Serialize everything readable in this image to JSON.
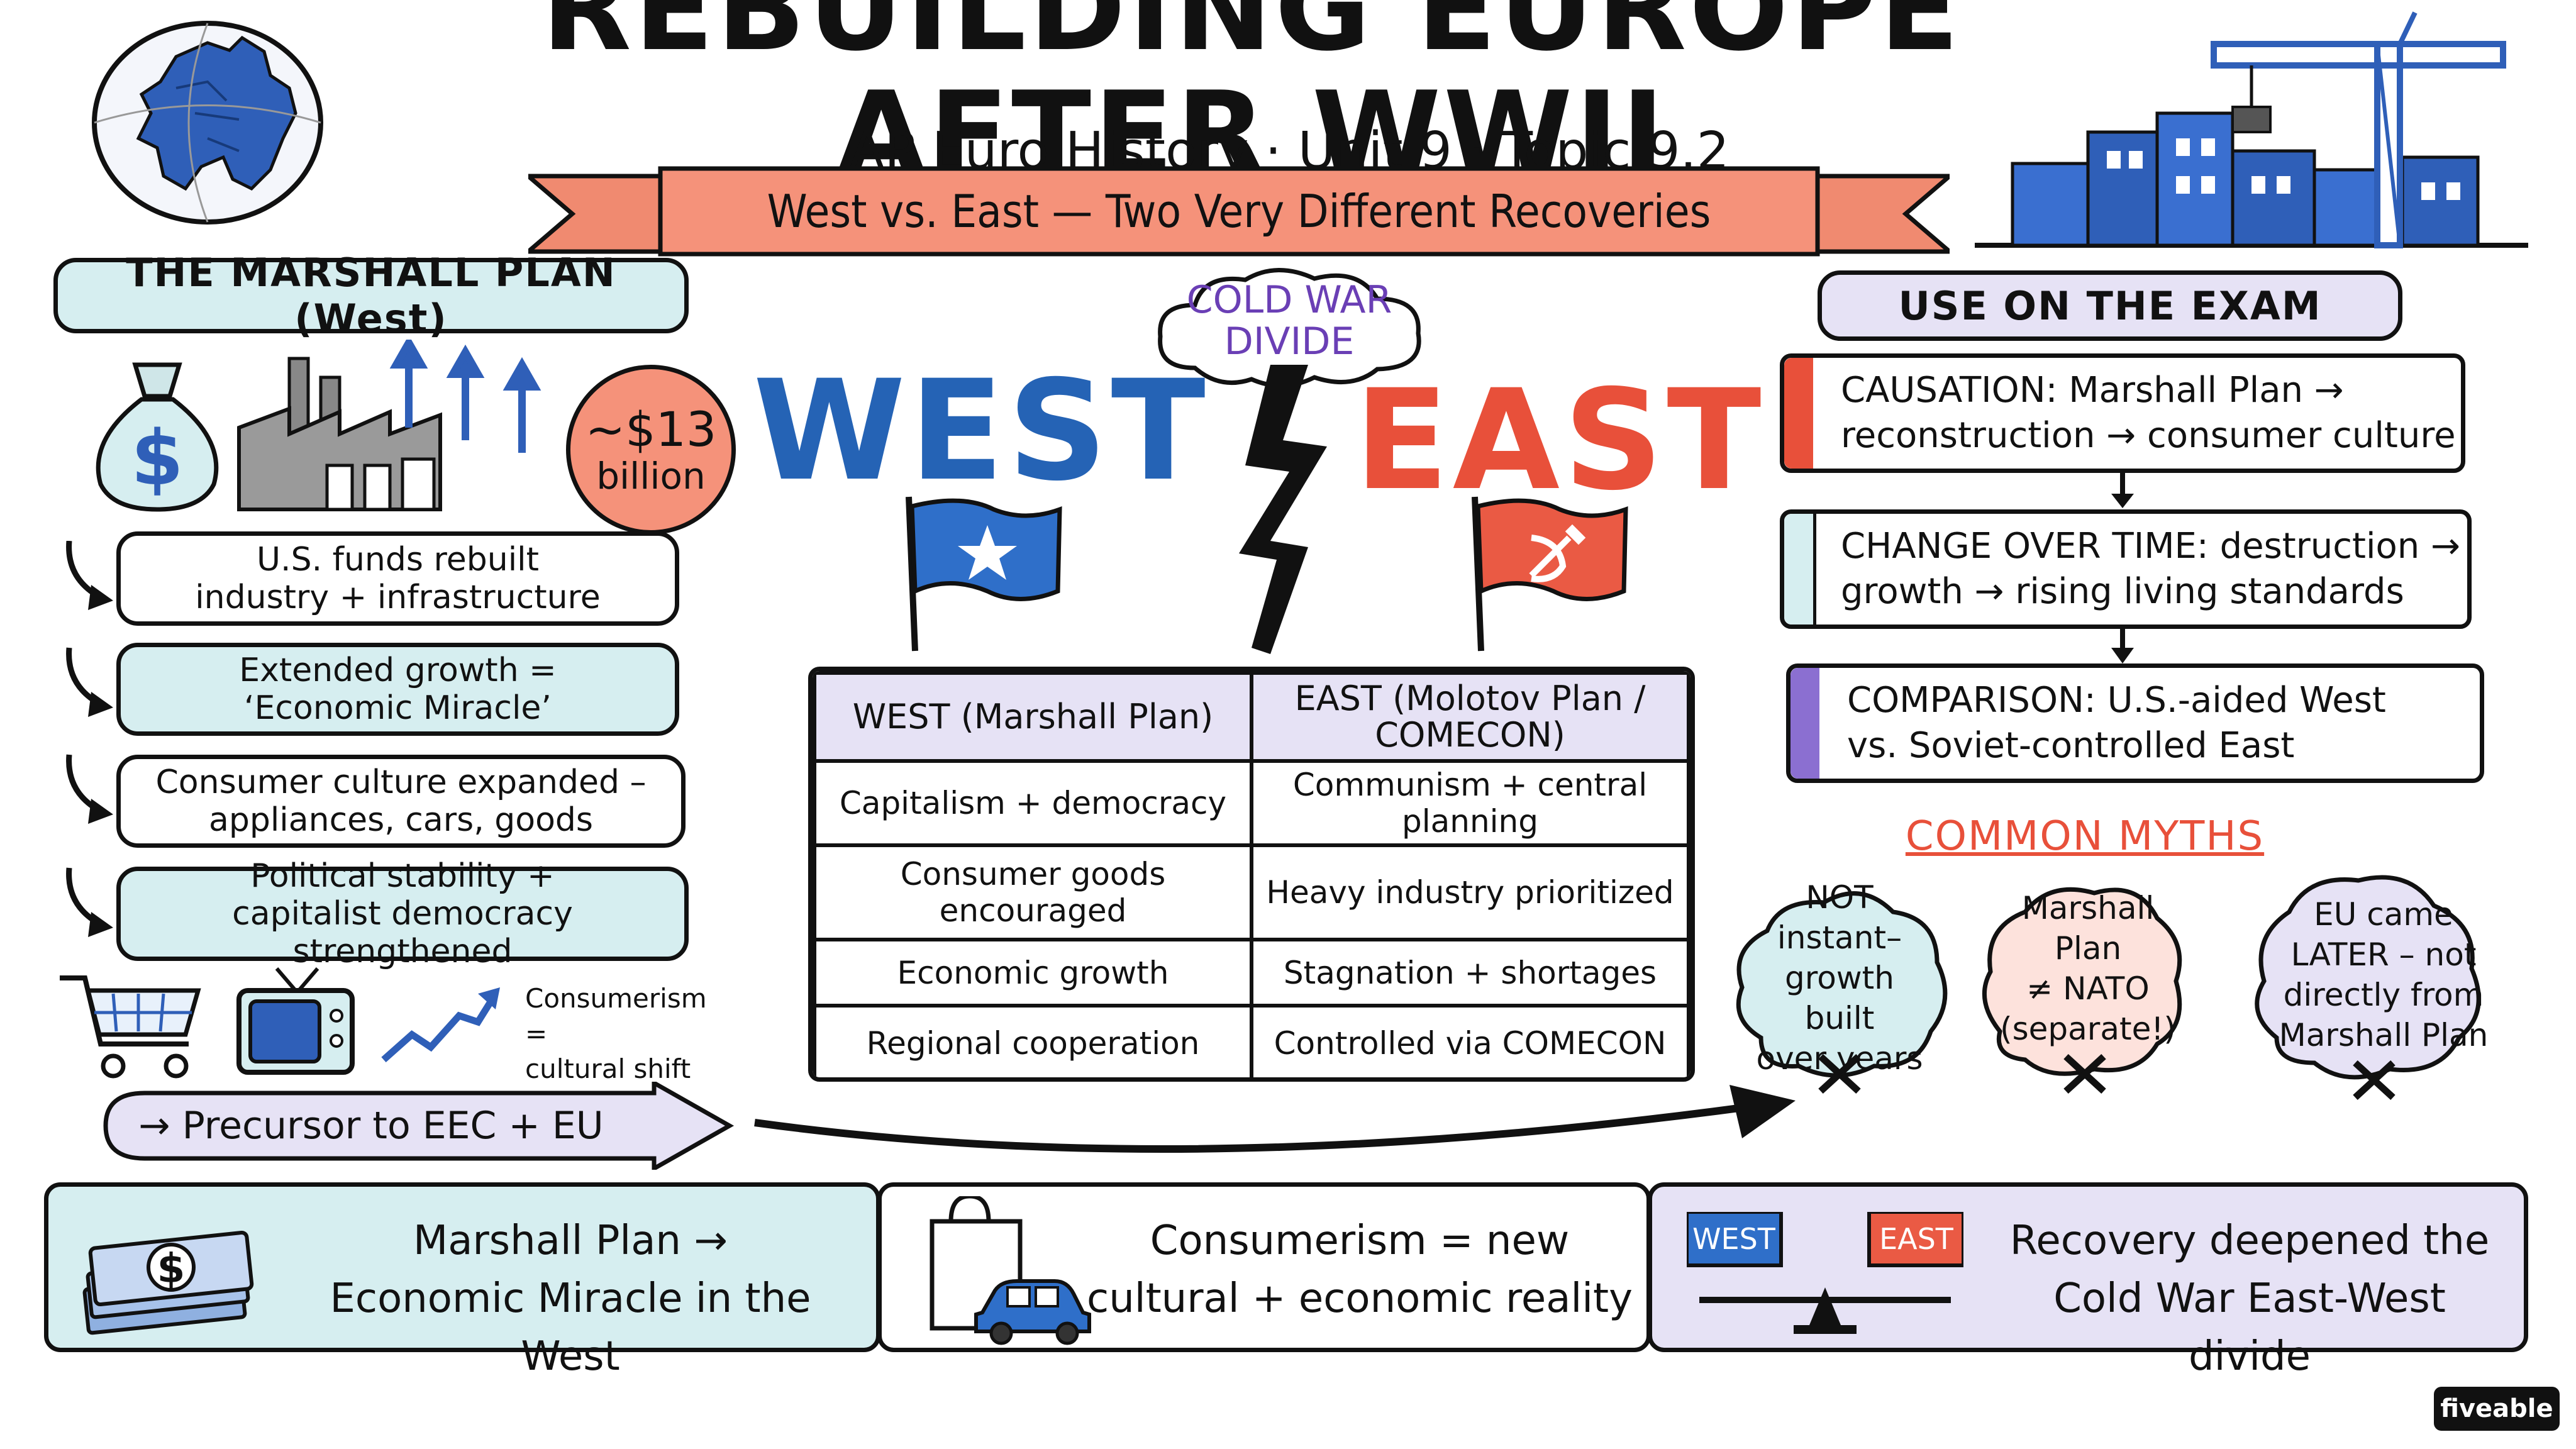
{
  "header": {
    "title": "REBUILDING EUROPE AFTER WWII",
    "subtitle": "AP Euro History · Unit 9 · Topic 9.2",
    "banner": "West vs. East — Two Very Different Recoveries"
  },
  "marshall": {
    "heading": "THE MARSHALL PLAN (West)",
    "amount_line1": "~$13",
    "amount_line2": "billion",
    "steps": [
      {
        "line1": "U.S. funds rebuilt",
        "line2": "industry + infrastructure"
      },
      {
        "line1": "Extended growth =",
        "line2": "‘Economic Miracle’"
      },
      {
        "line1": "Consumer culture expanded –",
        "line2": "appliances, cars, goods"
      },
      {
        "line1": "Political stability +",
        "line2": "capitalist democracy strengthened"
      }
    ],
    "consumerism_line1": "Consumerism =",
    "consumerism_line2": "cultural shift",
    "precursor": "→ Precursor to EEC + EU"
  },
  "divide": {
    "cloud_line1": "COLD WAR",
    "cloud_line2": "DIVIDE",
    "west_label": "WEST",
    "east_label": "EAST",
    "west_color": "#2563b5",
    "east_color": "#e8503a"
  },
  "comparison": {
    "headers": [
      "WEST (Marshall Plan)",
      "EAST (Molotov Plan / COMECON)"
    ],
    "rows": [
      [
        "Capitalism + democracy",
        "Communism + central planning"
      ],
      [
        "Consumer goods encouraged",
        "Heavy industry prioritized"
      ],
      [
        "Economic growth",
        "Stagnation + shortages"
      ],
      [
        "Regional cooperation",
        "Controlled via COMECON"
      ]
    ]
  },
  "exam": {
    "heading": "USE ON THE EXAM",
    "items": [
      {
        "line1": "CAUSATION: Marshall Plan →",
        "line2": "reconstruction → consumer culture",
        "color": "#e8503a"
      },
      {
        "line1": "CHANGE OVER TIME: destruction →",
        "line2": "growth → rising living standards",
        "color": "#d6eef0"
      },
      {
        "line1": "COMPARISON: U.S.-aided West",
        "line2": "vs. Soviet-controlled East",
        "color": "#8b6fd1"
      }
    ]
  },
  "myths": {
    "heading": "COMMON MYTHS",
    "items": [
      {
        "lines": [
          "NOT instant–",
          "growth built",
          "over years"
        ]
      },
      {
        "lines": [
          "Marshall Plan",
          "≠ NATO",
          "(separate!)"
        ]
      },
      {
        "lines": [
          "EU came",
          "LATER – not",
          "directly from",
          "Marshall Plan"
        ]
      }
    ]
  },
  "takeaways": [
    {
      "line1": "Marshall Plan →",
      "line2": "Economic Miracle in the West"
    },
    {
      "line1": "Consumerism = new",
      "line2": "cultural + economic reality"
    },
    {
      "line1": "Recovery deepened the",
      "line2": "Cold War East-West divide",
      "west_tag": "WEST",
      "east_tag": "EAST"
    }
  ],
  "brand": "fiveable"
}
